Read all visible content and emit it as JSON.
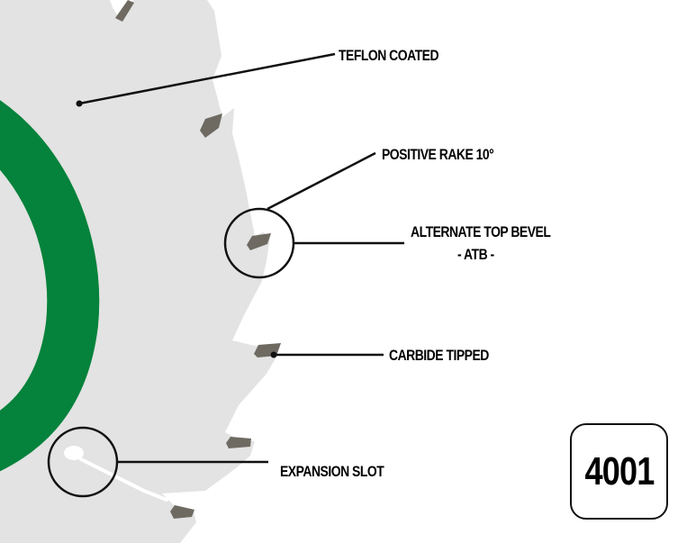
{
  "diagram": {
    "subject": "Circular saw blade (partial view)",
    "colors": {
      "blade_body": "#e2e3e2",
      "blade_ring": "#05823b",
      "carbide_tip": "#6e6a62",
      "callout_line": "#111111",
      "background": "#ffffff"
    },
    "callouts": [
      {
        "id": "teflon",
        "label": "TEFLON COATED"
      },
      {
        "id": "rake",
        "label": "POSITIVE RAKE 10°"
      },
      {
        "id": "atb",
        "label": "ALTERNATE TOP BEVEL",
        "sublabel": "-  ATB  -"
      },
      {
        "id": "carbide",
        "label": "CARBIDE TIPPED"
      },
      {
        "id": "expansion",
        "label": "EXPANSION SLOT"
      }
    ],
    "badge": {
      "model_number": "4001"
    }
  }
}
